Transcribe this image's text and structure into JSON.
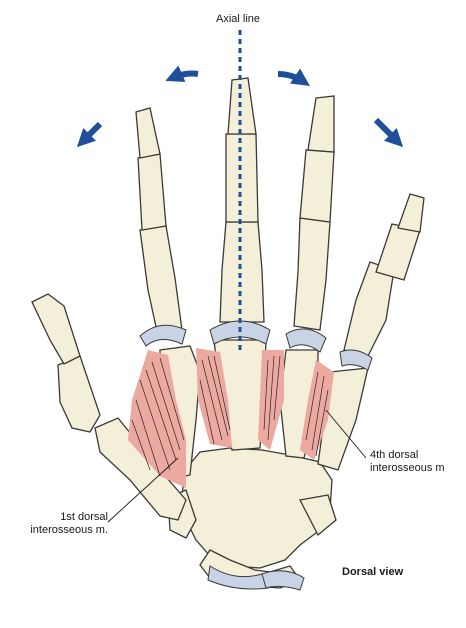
{
  "labels": {
    "axial_line": "Axial line",
    "fourth_dorsal_line1": "4th dorsal",
    "fourth_dorsal_line2": "interosseous m",
    "first_dorsal_line1": "1st dorsal",
    "first_dorsal_line2": "interosseous m.",
    "view": "Dorsal view"
  },
  "colors": {
    "bone_fill": "#f4efd8",
    "bone_outline": "#3a3a36",
    "cartilage": "#c9d3e6",
    "muscle": "#eba9a0",
    "muscle_fiber": "#2c2424",
    "arrow": "#1f4f99",
    "axial_line": "#1f4f99"
  },
  "icons": [
    "arrow-icon"
  ]
}
